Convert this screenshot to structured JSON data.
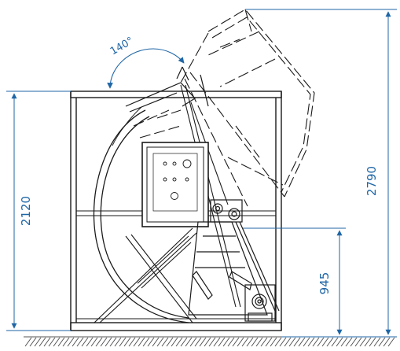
{
  "colors": {
    "line": "#1a1a1a",
    "dimension": "#1f66a6",
    "hatch": "#555555",
    "background": "#ffffff"
  },
  "annotations": {
    "rotation_angle": "140°",
    "frame_height": "2120",
    "pivot_height": "945",
    "max_height": "2790"
  }
}
